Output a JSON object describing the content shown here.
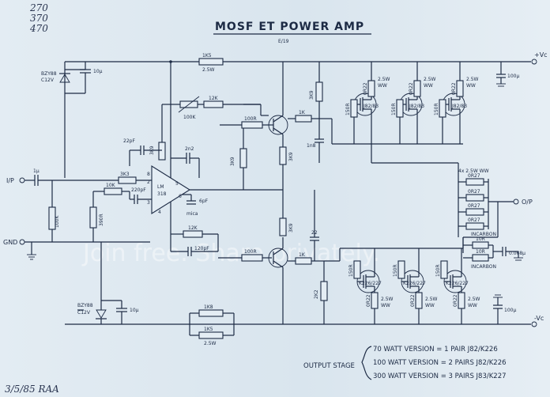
{
  "title": "MOSF ET POWER AMP",
  "title_subtext": "E/19",
  "corner_notes": [
    "270",
    "370",
    "470"
  ],
  "date_signature": "3/5/85 RAA",
  "watermark": "Join free. Share privately.",
  "terminals": {
    "input": "I/P",
    "ground": "GND",
    "output": "O/P",
    "vplus": "+Vc",
    "vminus": "-Vc"
  },
  "ic": {
    "name": "LM",
    "number": "318"
  },
  "components": {
    "zener_top": [
      "BZY88",
      "C12V"
    ],
    "zener_bottom": [
      "BZY88",
      "C12V"
    ],
    "cap_10u_top": "10µ",
    "cap_10u_bottom": "10µ",
    "res_1k5_top": [
      "1K5",
      "2.5W"
    ],
    "pot_100k": "100K",
    "res_12k_top": "12K",
    "res_100r_top": "100R",
    "res_1k_top": "1K",
    "res_3k9_left": "3K9",
    "res_3k9_driver": "3K9",
    "res_3k9_gate_top": "3K9",
    "res_3k9_mid": "3K9",
    "res_3k9_low": "3K9",
    "cap_1n8": "1n8",
    "cap_2n2": "2n2",
    "cap_22pf": "22pF",
    "cap_220pf": "220pF",
    "cap_6pf": "6pF",
    "cap_mica": "mica",
    "res_3k3": "3K3",
    "res_10k": "10K",
    "res_100k_in": "100K",
    "res_390r": "390R",
    "cap_input": "1µ",
    "res_12k_bottom": "12K",
    "cap_120pf": "120pF",
    "res_100r_bottom": "100R",
    "res_1k_bottom": "1K",
    "cap_22": "22",
    "res_1k8": "1K8",
    "res_1k5_bottom": [
      "1K5",
      "2.5W"
    ],
    "res_2k2": "2K2",
    "cap_100u_top": "100µ",
    "cap_100u_bottom": "100µ",
    "gate_res_top": "150R",
    "gate_res_bottom": "150R",
    "source_res_top": "0R22",
    "source_res_bottom": "0R22",
    "source_rating_top": [
      "2.5W",
      "WW"
    ],
    "source_rating_bottom": [
      "2.5W",
      "WW"
    ],
    "mosfet_top": "J82/83",
    "mosfet_bottom": "K226/227",
    "output_array_title": "4x 2.5W WW",
    "output_res": [
      "0R27",
      "0R27",
      "0R27",
      "0R27"
    ],
    "zobel_res": "10R",
    "zobel_note_top": "INCARBON",
    "zobel_note_bottom": "INCARBON",
    "zobel_cap": "0.068µ"
  },
  "output_stage_notes": {
    "label": "OUTPUT STAGE",
    "lines": [
      "70 WATT VERSION = 1 PAIR J82/K226",
      "100 WATT VERSION = 2 PAIRS J82/K226",
      "300 WATT VERSION = 3 PAIRS J83/K227"
    ]
  }
}
